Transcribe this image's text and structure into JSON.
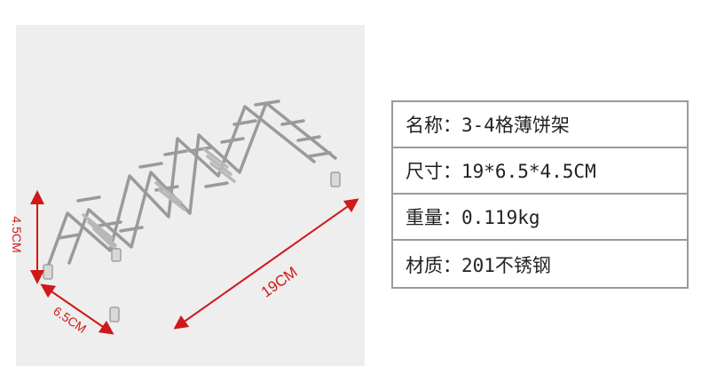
{
  "dimensions": {
    "height_label": "4.5CM",
    "depth_label": "6.5CM",
    "length_label": "19CM",
    "arrow_color": "#d01818"
  },
  "specs": [
    {
      "key": "name",
      "text": "名称：3-4格薄饼架"
    },
    {
      "key": "size",
      "text": "尺寸：19*6.5*4.5CM"
    },
    {
      "key": "weight",
      "text": "重量：0.119kg"
    },
    {
      "key": "material",
      "text": "材质：201不锈钢"
    }
  ]
}
